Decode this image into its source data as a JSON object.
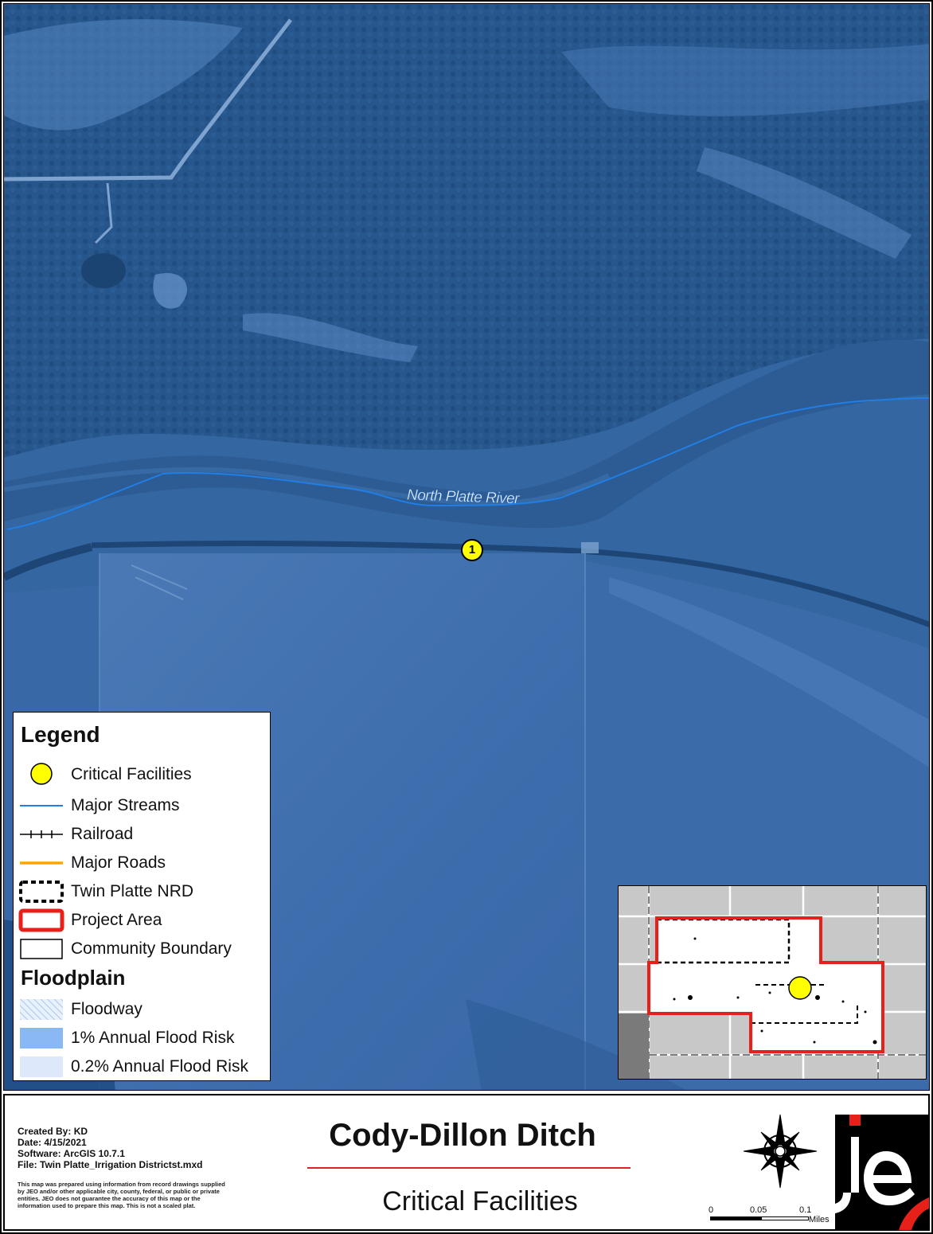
{
  "map": {
    "river_label": "North Platte River",
    "facility_marker_label": "1",
    "colors": {
      "imagery_base": "#2f5f99",
      "stream": "#1f7fe6",
      "facility": "#ffff00",
      "project_area": "#e8201a"
    }
  },
  "legend": {
    "title": "Legend",
    "items": [
      {
        "label": "Critical Facilities",
        "symbol": "yellow-circle"
      },
      {
        "label": "Major Streams",
        "symbol": "blue-line"
      },
      {
        "label": "Railroad",
        "symbol": "railroad-line"
      },
      {
        "label": "Major Roads",
        "symbol": "orange-line"
      },
      {
        "label": "Twin Platte NRD",
        "symbol": "dashed-black-box"
      },
      {
        "label": "Project Area",
        "symbol": "red-box"
      },
      {
        "label": "Community Boundary",
        "symbol": "black-box"
      }
    ],
    "floodplain_title": "Floodplain",
    "floodplain_items": [
      {
        "label": "Floodway",
        "symbol": "hatched-box"
      },
      {
        "label": "1% Annual Flood Risk",
        "symbol": "blue-box"
      },
      {
        "label": "0.2% Annual Flood Risk",
        "symbol": "light-blue-box"
      }
    ]
  },
  "title_block": {
    "created_by": "Created By: KD",
    "date": "Date: 4/15/2021",
    "software": "Software: ArcGIS 10.7.1",
    "file": "File: Twin Platte_Irrigation Districtst.mxd",
    "disclaimer": "This map was prepared using information from record drawings supplied by JEO and/or other applicable city, county, federal, or public or private entities. JEO does not guarantee the accuracy of this map or the information used to prepare this map. This is not a scaled plat.",
    "title": "Cody-Dillon Ditch",
    "subtitle": "Critical Facilities",
    "scale": {
      "ticks": [
        "0",
        "0.05",
        "0.1"
      ],
      "unit": "Miles"
    },
    "logo_text": "je"
  }
}
